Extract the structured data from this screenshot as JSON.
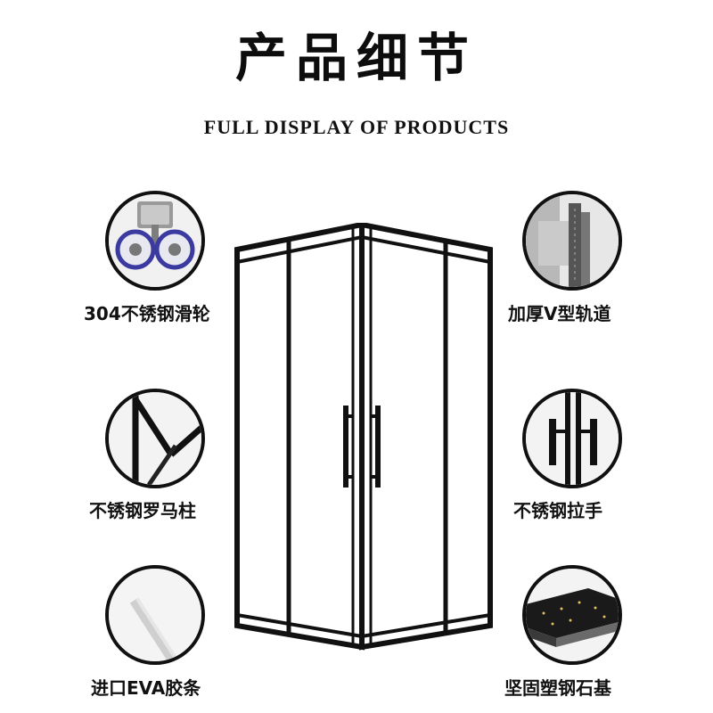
{
  "header": {
    "title": "产品细节",
    "subtitle": "FULL DISPLAY OF PRODUCTS"
  },
  "features_left": [
    {
      "label": "304不锈钢滑轮",
      "icon": "pulley-wheel-icon"
    },
    {
      "label": "不锈钢罗马柱",
      "icon": "roman-column-icon"
    },
    {
      "label": "进口EVA胶条",
      "icon": "eva-seal-strip-icon"
    }
  ],
  "features_right": [
    {
      "label": "加厚V型轨道",
      "icon": "v-track-icon"
    },
    {
      "label": "不锈钢拉手",
      "icon": "handle-icon"
    },
    {
      "label": "坚固塑钢石基",
      "icon": "stone-base-icon"
    }
  ],
  "colors": {
    "frame": "#111111",
    "glass": "#ffffff",
    "text": "#111111"
  }
}
